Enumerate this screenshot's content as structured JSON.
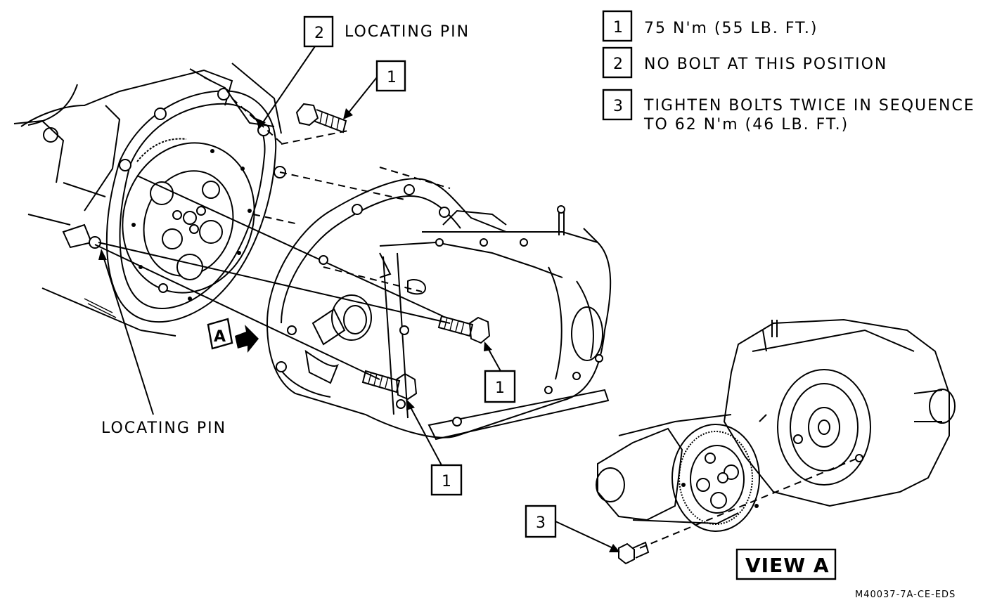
{
  "legend": [
    {
      "num": "1",
      "text": "75 N'm (55 LB. FT.)"
    },
    {
      "num": "2",
      "text": "NO BOLT AT THIS POSITION"
    },
    {
      "num": "3",
      "text_line1": "TIGHTEN BOLTS TWICE IN SEQUENCE",
      "text_line2": "TO 62 N'm (46 LB. FT.)"
    }
  ],
  "callouts": {
    "locating_pin_top_num": "2",
    "locating_pin_top_text": "LOCATING PIN",
    "bolt_top_num": "1",
    "bolt_mid_num": "1",
    "bolt_low_num": "1",
    "locating_pin_bottom_text": "LOCATING PIN",
    "view_arrow_letter": "A",
    "view_a_bolt_num": "3"
  },
  "view_a_title": "VIEW A",
  "figure_code": "M40037-7A-CE-EDS"
}
